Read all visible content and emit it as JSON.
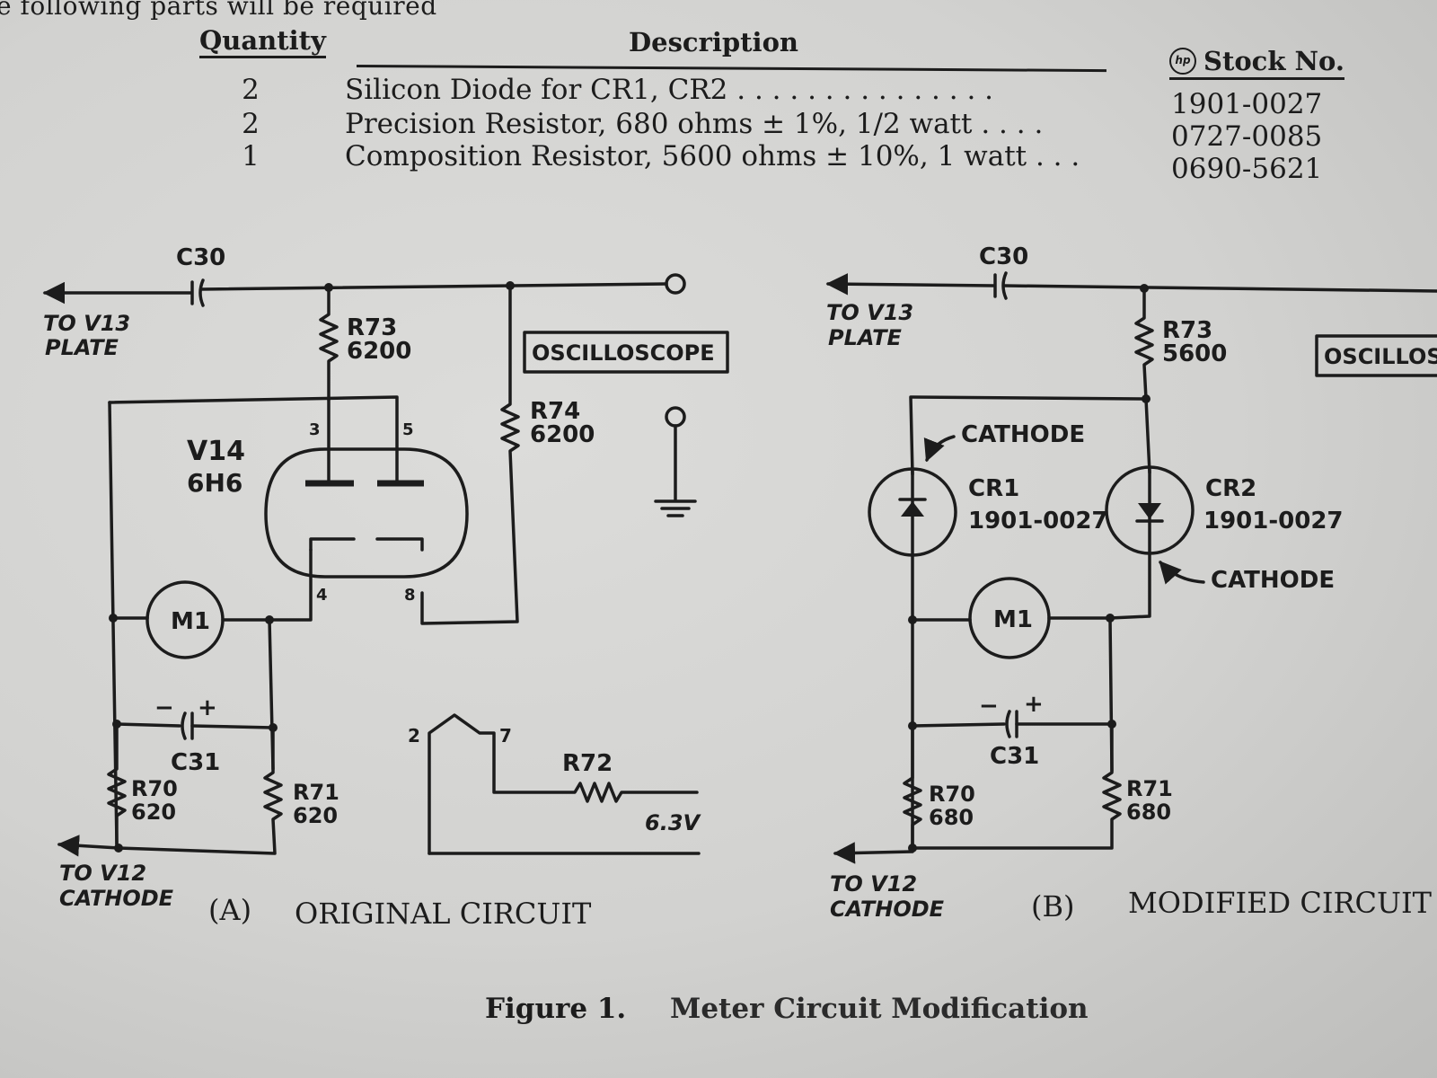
{
  "intro_text": "e following parts will be required",
  "parts_table": {
    "headers": {
      "quantity": "Quantity",
      "description": "Description",
      "stock": "Stock No."
    },
    "stock_icon": "hp-logo-icon",
    "rows": [
      {
        "qty": "2",
        "desc": "Silicon Diode for CR1, CR2 . . . . . . . . . . . . . . .",
        "stock": "1901-0027"
      },
      {
        "qty": "2",
        "desc": "Precision Resistor,  680 ohms ± 1%, 1/2 watt . . . .",
        "stock": "0727-0085"
      },
      {
        "qty": "1",
        "desc": "Composition Resistor, 5600 ohms ± 10%, 1 watt . . .",
        "stock": "0690-5621"
      }
    ]
  },
  "circuit_a": {
    "c30": "C30",
    "to_v13": "TO V13",
    "plate": "PLATE",
    "r73_name": "R73",
    "r73_value": "6200",
    "oscilloscope": "OSCILLOSCOPE",
    "r74_name": "R74",
    "r74_value": "6200",
    "tube_name": "V14",
    "tube_type": "6H6",
    "pin3": "3",
    "pin5": "5",
    "pin4": "4",
    "pin8": "8",
    "meter": "M1",
    "c31": "C31",
    "r70_name": "R70",
    "r70_value": "620",
    "r71_name": "R71",
    "r71_value": "620",
    "to_v12": "TO V12",
    "cathode": "CATHODE",
    "pin2": "2",
    "pin7": "7",
    "r72": "R72",
    "heater_voltage": "6.3V",
    "letter": "(A)",
    "caption": "ORIGINAL CIRCUIT"
  },
  "circuit_b": {
    "c30": "C30",
    "to_v13": "TO V13",
    "plate": "PLATE",
    "r73_name": "R73",
    "r73_value": "5600",
    "oscilloscope": "OSCILLOSCOPE",
    "cathode_top": "CATHODE",
    "cr1_name": "CR1",
    "cr1_part": "1901-0027",
    "cr2_name": "CR2",
    "cr2_part": "1901-0027",
    "cathode_bottom": "CATHODE",
    "meter": "M1",
    "c31": "C31",
    "r70_name": "R70",
    "r70_value": "680",
    "r71_name": "R71",
    "r71_value": "680",
    "to_v12": "TO V12",
    "cathode": "CATHODE",
    "letter": "(B)",
    "caption": "MODIFIED CIRCUIT"
  },
  "figure": {
    "number": "Figure 1.",
    "title": "Meter Circuit Modification"
  }
}
